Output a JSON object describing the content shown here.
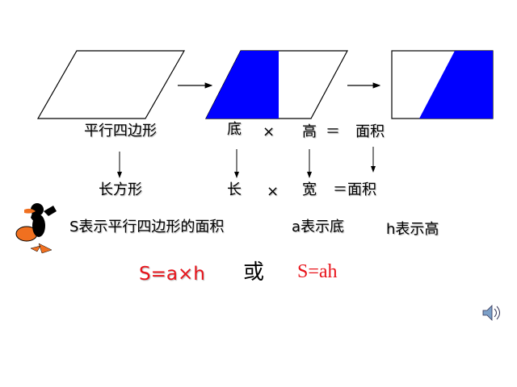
{
  "row1": {
    "shape_label": "平行四边形",
    "base": "底",
    "times": "×",
    "height": "高",
    "equals": "＝",
    "area": "面积"
  },
  "row2": {
    "shape_label": "长方形",
    "length": "长",
    "times": "×",
    "width": "宽",
    "equals_area": "＝面积"
  },
  "legend": {
    "s": "S表示平行四边形的面积",
    "a": "a表示底",
    "h": "h表示高"
  },
  "formula": {
    "long": "S=a×h",
    "or": "或",
    "short": "S=ah"
  },
  "colors": {
    "fill": "#0000ff",
    "formula": "#e8141b"
  },
  "icons": {
    "mascot": "cartoon-duck",
    "sound": "speaker-icon"
  }
}
